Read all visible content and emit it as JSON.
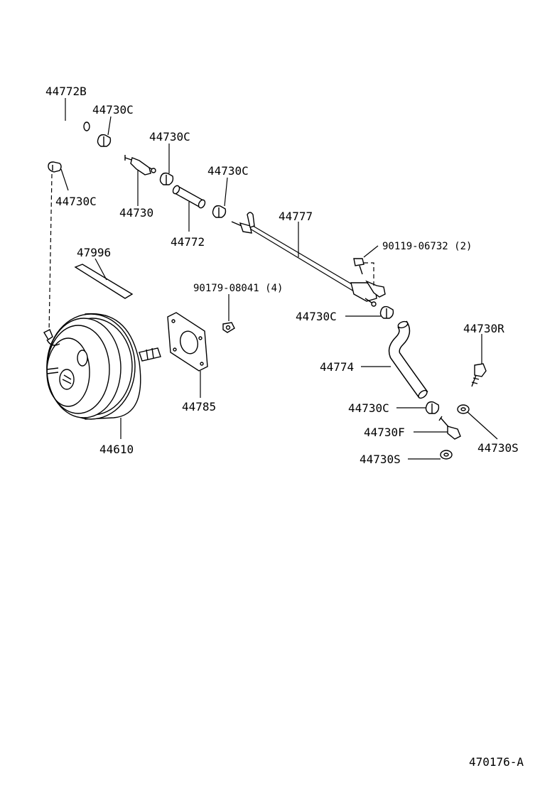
{
  "labels": {
    "p44772B": "44772B",
    "p44730C_a": "44730C",
    "p44730C_b": "44730C",
    "p44730C_c": "44730C",
    "p44730C_d": "44730C",
    "p44730": "44730",
    "p44772": "44772",
    "p44777": "44777",
    "p90119": "90119-06732 (2)",
    "p47996": "47996",
    "p90179": "90179-08041 (4)",
    "p44730C_e": "44730C",
    "p44730R": "44730R",
    "p44774": "44774",
    "p44730C_f": "44730C",
    "p44730F": "44730F",
    "p44730S_a": "44730S",
    "p44730S_b": "44730S",
    "p44785": "44785",
    "p44610": "44610"
  },
  "figure_id": "470176-A"
}
